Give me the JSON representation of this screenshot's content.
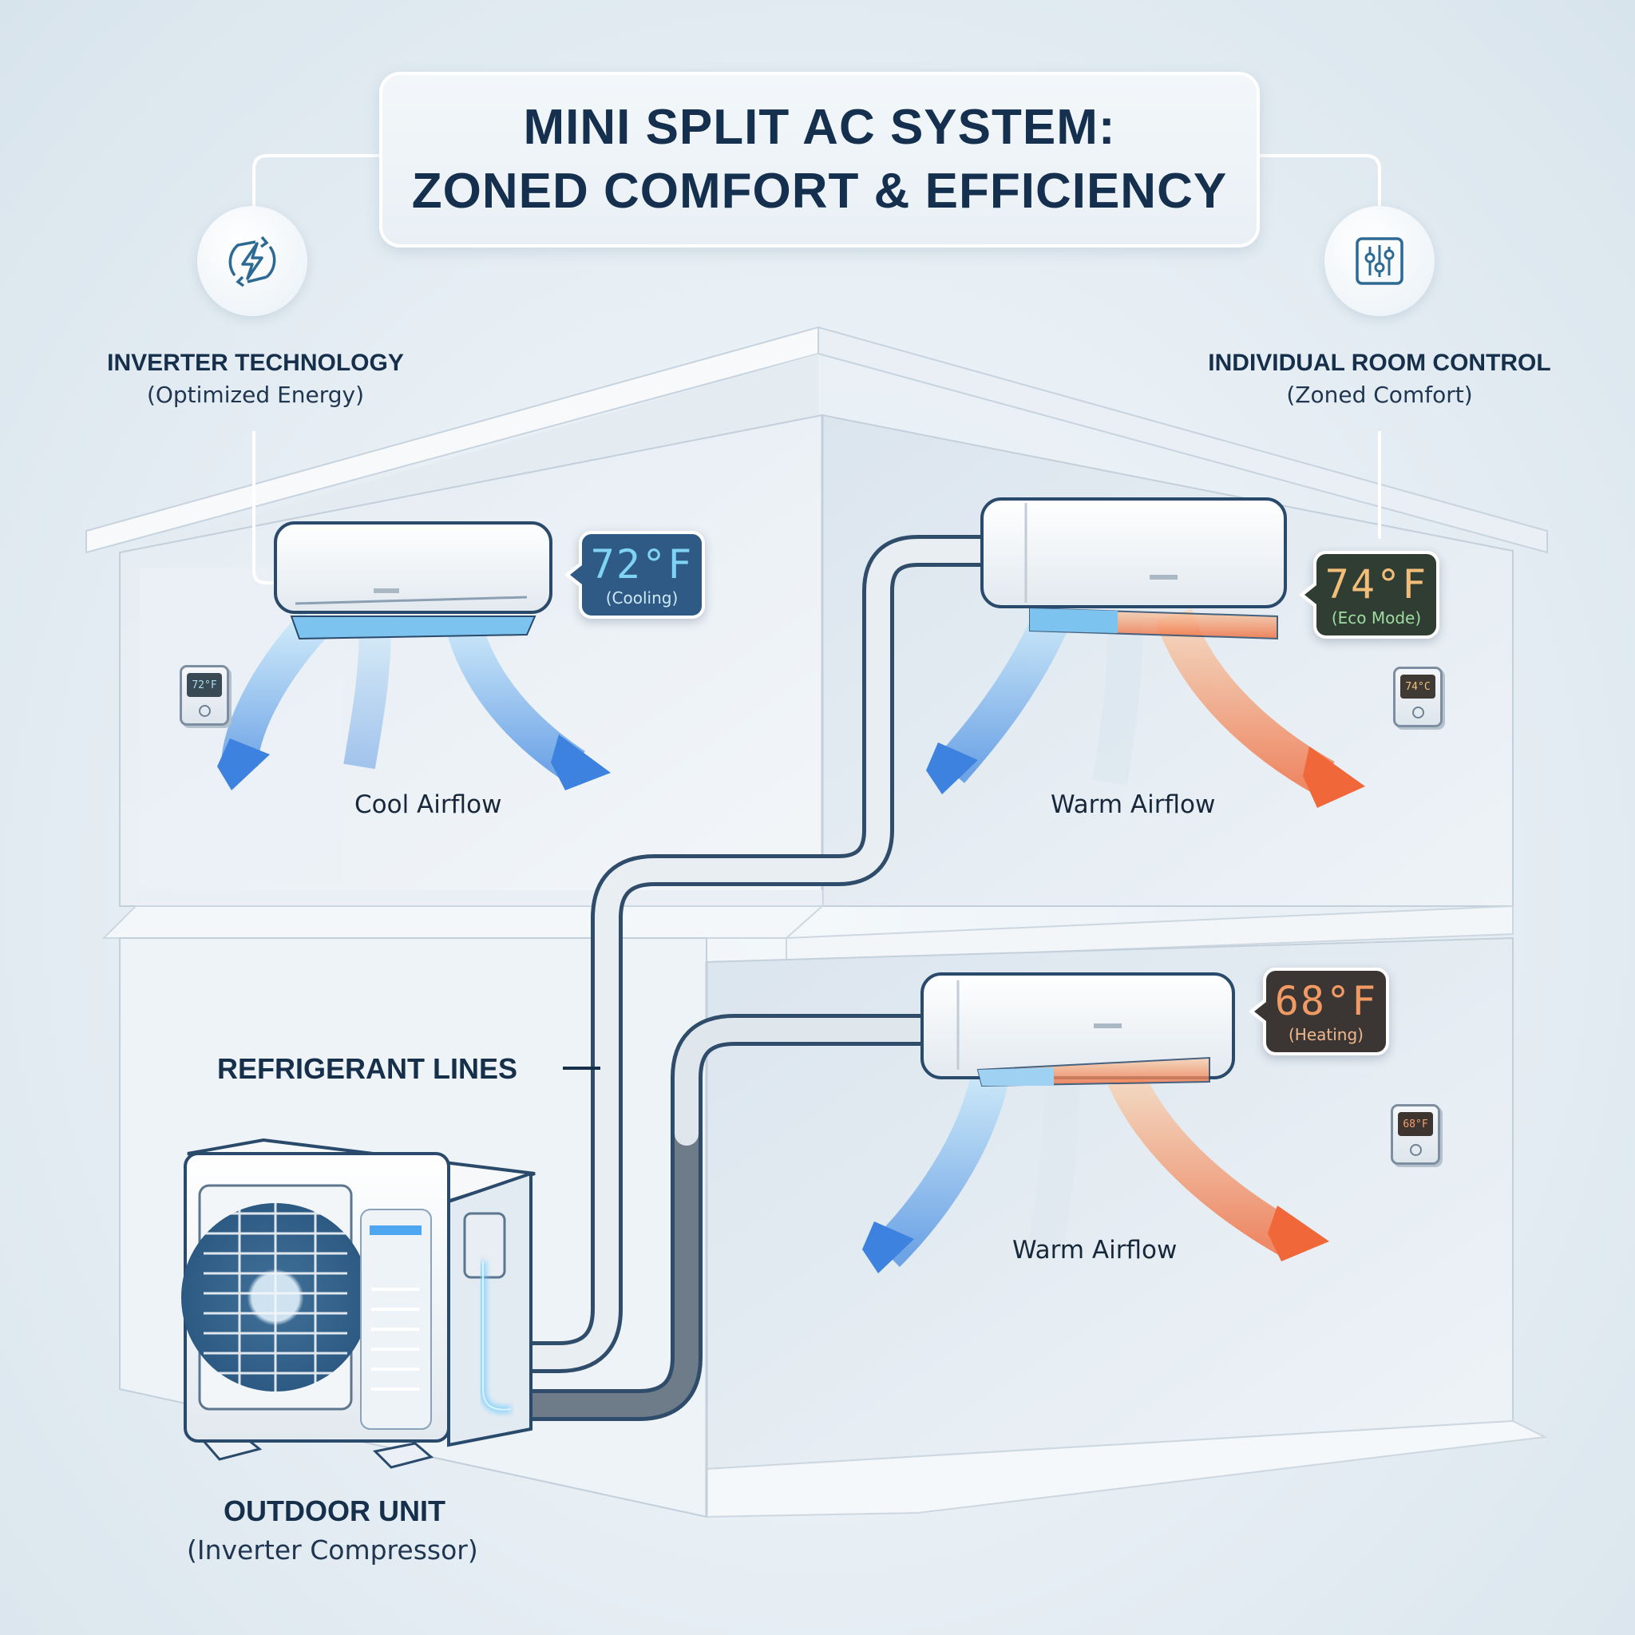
{
  "title": {
    "line1": "MINI SPLIT AC SYSTEM:",
    "line2": "ZONED COMFORT & EFFICIENCY"
  },
  "features": [
    {
      "icon": "lightning-cycle-icon",
      "title": "INVERTER TECHNOLOGY",
      "subtitle": "(Optimized Energy)"
    },
    {
      "icon": "sliders-icon",
      "title": "INDIVIDUAL ROOM CONTROL",
      "subtitle": "(Zoned Comfort)"
    }
  ],
  "rooms": [
    {
      "name": "upper-left-room",
      "display": {
        "temp": "72°F",
        "mode": "(Cooling)",
        "bg": "#2e5a85",
        "temp_color": "#7fd3f4",
        "mode_color": "#cde9f7"
      },
      "thermostat": {
        "temp": "72°F",
        "screen_bg": "#3a4a55",
        "screen_color": "#a9dbf0"
      },
      "airflow_label": "Cool Airflow"
    },
    {
      "name": "upper-right-room",
      "display": {
        "temp": "74°F",
        "mode": "(Eco Mode)",
        "bg": "#2f3d33",
        "temp_color": "#f2bd78",
        "mode_color": "#9fdca0"
      },
      "thermostat": {
        "temp": "74°C",
        "screen_bg": "#3f3a33",
        "screen_color": "#f2c37f"
      },
      "airflow_label": "Warm Airflow"
    },
    {
      "name": "lower-right-room",
      "display": {
        "temp": "68°F",
        "mode": "(Heating)",
        "bg": "#3b3633",
        "temp_color": "#f19a63",
        "mode_color": "#f0b88c"
      },
      "thermostat": {
        "temp": "68°F",
        "screen_bg": "#3e3530",
        "screen_color": "#f1a06c"
      },
      "airflow_label": "Warm Airflow"
    }
  ],
  "labels": {
    "refrigerant_lines": "REFRIGERANT LINES",
    "outdoor_unit": "OUTDOOR UNIT",
    "outdoor_unit_sub": "(Inverter Compressor)"
  },
  "colors": {
    "navy": "#15304e",
    "cool_blue": "#4a90e2",
    "warm_orange": "#f07a45",
    "outline": "#2a4a6b"
  }
}
